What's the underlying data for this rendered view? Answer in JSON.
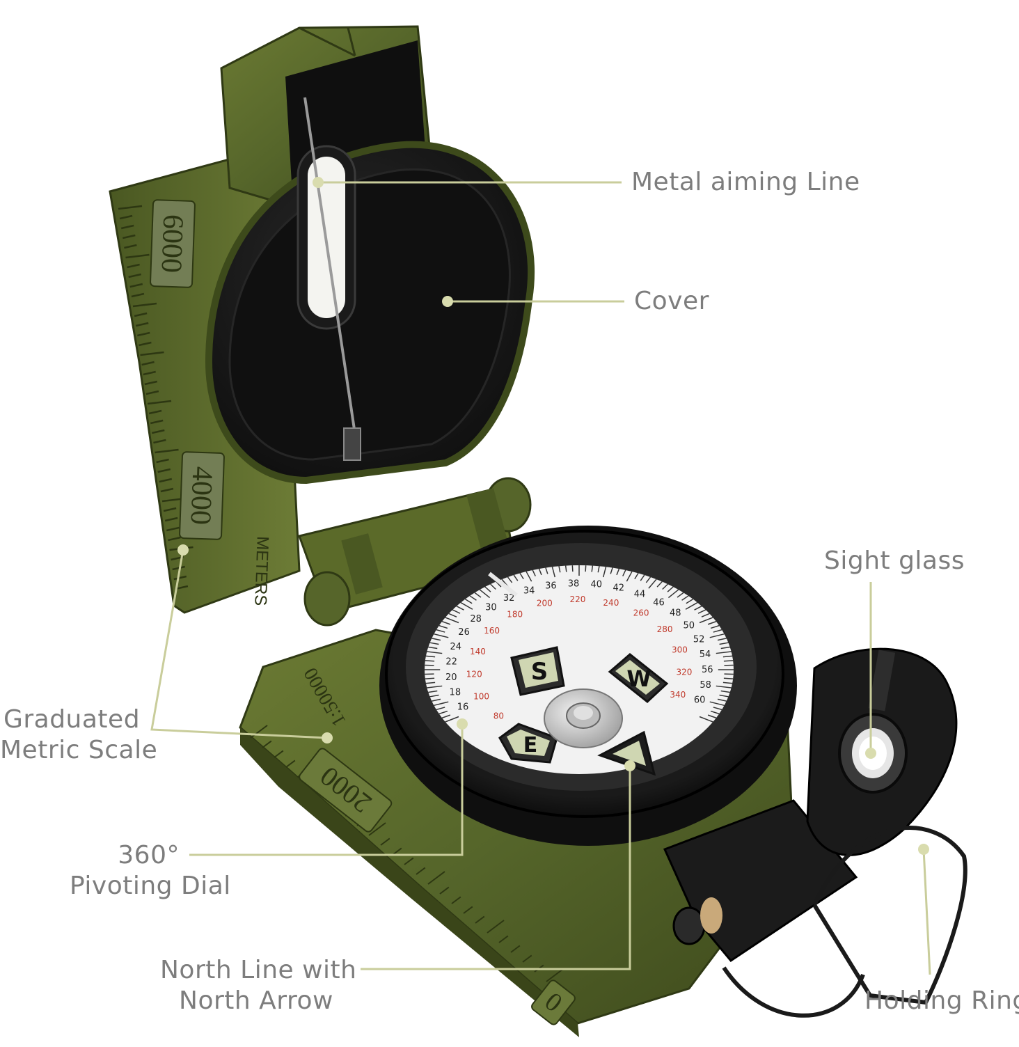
{
  "callouts": {
    "aiming_line": {
      "text": "Metal aiming Line"
    },
    "cover": {
      "text": "Cover"
    },
    "sight_glass": {
      "text": "Sight glass"
    },
    "metric_scale": {
      "line1": "Graduated",
      "line2": "Metric Scale"
    },
    "pivot_dial": {
      "line1": "360°",
      "line2": "Pivoting Dial"
    },
    "north_line": {
      "line1": "North Line with",
      "line2": "North Arrow"
    },
    "holding_ring": {
      "text": "Holding Ring"
    }
  },
  "compass_markings": {
    "scale_6000": "6000",
    "scale_4000": "4000",
    "scale_2000": "2000",
    "scale_0": "0",
    "meters": "METERS",
    "ratio": "1:50000",
    "cardinal_s": "S",
    "cardinal_w": "W",
    "cardinal_e": "E",
    "outer_ring_numbers": [
      "16",
      "18",
      "20",
      "22",
      "24",
      "26",
      "28",
      "30",
      "32",
      "34",
      "36",
      "38",
      "40",
      "42",
      "44",
      "46",
      "48",
      "50",
      "52",
      "54",
      "56",
      "58",
      "60"
    ],
    "inner_ring_numbers": [
      "80",
      "100",
      "120",
      "140",
      "160",
      "180",
      "200",
      "220",
      "240",
      "260",
      "280",
      "300",
      "320",
      "340"
    ]
  },
  "colors": {
    "body_green": "#5a6a2a",
    "body_dark": "#3b4518",
    "cover_black": "#141414",
    "dial_white": "#f2f2f2",
    "leader_line": "#c9cd9b",
    "label_text": "#7d7d7d",
    "red_degree": "#c0392b"
  }
}
